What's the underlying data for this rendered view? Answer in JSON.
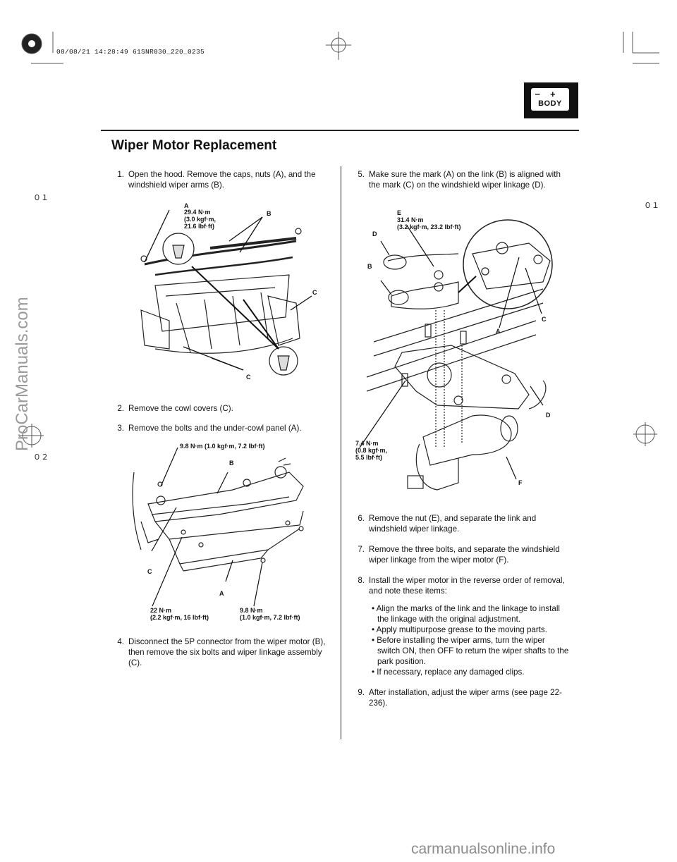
{
  "header": {
    "stamp": "08/08/21 14:28:49 61SNR030_220_0235",
    "badge": {
      "symbols": "−+",
      "label": "BODY"
    },
    "side_marks": {
      "left_top": "０１",
      "left_bottom": "０２",
      "right_top": "０１"
    }
  },
  "page_title": "Wiper Motor Replacement",
  "left_steps": [
    {
      "num": "1.",
      "text": "Open the hood. Remove the caps, nuts (A), and the windshield wiper arms (B)."
    },
    {
      "num": "2.",
      "text": "Remove the cowl covers (C)."
    },
    {
      "num": "3.",
      "text": "Remove the bolts and the under-cowl panel (A)."
    },
    {
      "num": "4.",
      "text": "Disconnect the 5P connector from the wiper motor (B), then remove the six bolts and wiper linkage assembly (C)."
    }
  ],
  "right_steps": [
    {
      "num": "5.",
      "text": "Make sure the mark (A) on the link (B) is aligned with the mark (C) on the windshield wiper linkage (D)."
    },
    {
      "num": "6.",
      "text": "Remove the nut (E), and separate the link and windshield wiper linkage."
    },
    {
      "num": "7.",
      "text": "Remove the three bolts, and separate the windshield wiper linkage from the wiper motor (F)."
    },
    {
      "num": "8.",
      "text": "Install the wiper motor in the reverse order of removal, and note these items:"
    },
    {
      "num": "9.",
      "text": "After installation, adjust the wiper arms (see page 22-236)."
    }
  ],
  "step8_bullets": [
    "Align the marks of the link and the linkage to install the linkage with the original adjustment.",
    "Apply multipurpose grease to the moving parts.",
    "Before installing the wiper arms, turn the wiper switch ON, then OFF to return the wiper shafts to the park position.",
    "If necessary, replace any damaged clips."
  ],
  "figure1": {
    "label_a": "A",
    "torque_a": "29.4 N·m\n(3.0 kgf·m,\n21.6 lbf·ft)",
    "label_b": "B",
    "label_c1": "C",
    "label_c2": "C"
  },
  "figure2": {
    "torque_top": "9.8 N·m (1.0 kgf·m, 7.2 lbf·ft)",
    "label_b": "B",
    "label_c": "C",
    "label_a": "A",
    "torque_left": "22 N·m\n(2.2 kgf·m, 16 lbf·ft)",
    "torque_right": "9.8 N·m\n(1.0 kgf·m, 7.2 lbf·ft)"
  },
  "figure3": {
    "label_e": "E",
    "torque_e": "31.4 N·m\n(3.2 kgf·m, 23.2 lbf·ft)",
    "label_d1": "D",
    "label_b": "B",
    "label_a": "A",
    "label_c": "C",
    "label_d2": "D",
    "label_f": "F",
    "torque_bolts": "7.4 N·m\n(0.8 kgf·m,\n5.5 lbf·ft)"
  },
  "watermark": "ProCarManuals.com",
  "footer_watermark": "carmanualsonline.info"
}
